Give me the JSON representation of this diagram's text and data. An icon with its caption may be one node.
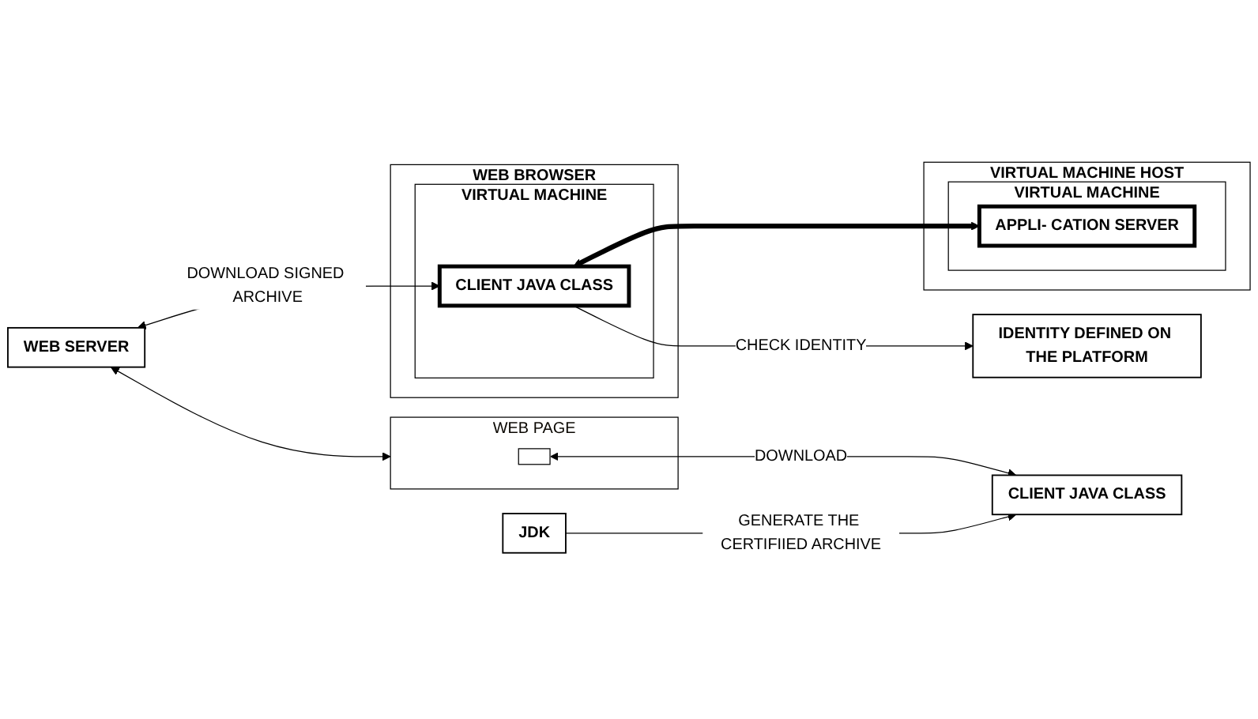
{
  "diagram": {
    "nodes": [
      {
        "text": [
          "WEB SERVER"
        ]
      },
      {
        "text": [
          "WEB BROWSER"
        ]
      },
      {
        "text": [
          "VIRTUAL MACHINE"
        ],
        "in": 1
      },
      {
        "text": [
          "CLIENT JAVA CLASS"
        ],
        "in": 2
      },
      {
        "text": [
          "WEB PAGE"
        ]
      },
      {
        "text": [],
        "shape": "bar",
        "in": 4
      },
      {
        "text": [
          "IDENTITY DEFINED ON THE PLATFORM"
        ]
      },
      {
        "text": [
          "CLIENT JAVA CLASS"
        ]
      },
      {
        "text": [
          "VIRTUAL MACHINE HOST"
        ]
      },
      {
        "text": [
          "VIRTUAL MACHINE"
        ],
        "in": 8
      },
      {
        "text": [
          "APPLI- CATION SERVER"
        ],
        "in": 9
      },
      {
        "text": [
          "JDK"
        ]
      }
    ],
    "edges": [
      {
        "from": 0,
        "to": 3,
        "arrow": "both",
        "label": "DOWNLOAD SIGNED ARCHIVE"
      },
      {
        "from": 0,
        "to": 4,
        "arrow": "both"
      },
      {
        "from": 3,
        "to": 6,
        "arrow": "to",
        "label": "CHECK IDENTITY"
      },
      {
        "from": 5,
        "to": 7,
        "arrow": "both",
        "label": "DOWNLOAD"
      },
      {
        "from": 11,
        "to": 7,
        "arrow": "to",
        "label": "GENERATE THE CERTIFIIED ARCHIVE"
      },
      {
        "from": 3,
        "to": 10,
        "arrow": "both",
        "style": "thick"
      }
    ]
  }
}
